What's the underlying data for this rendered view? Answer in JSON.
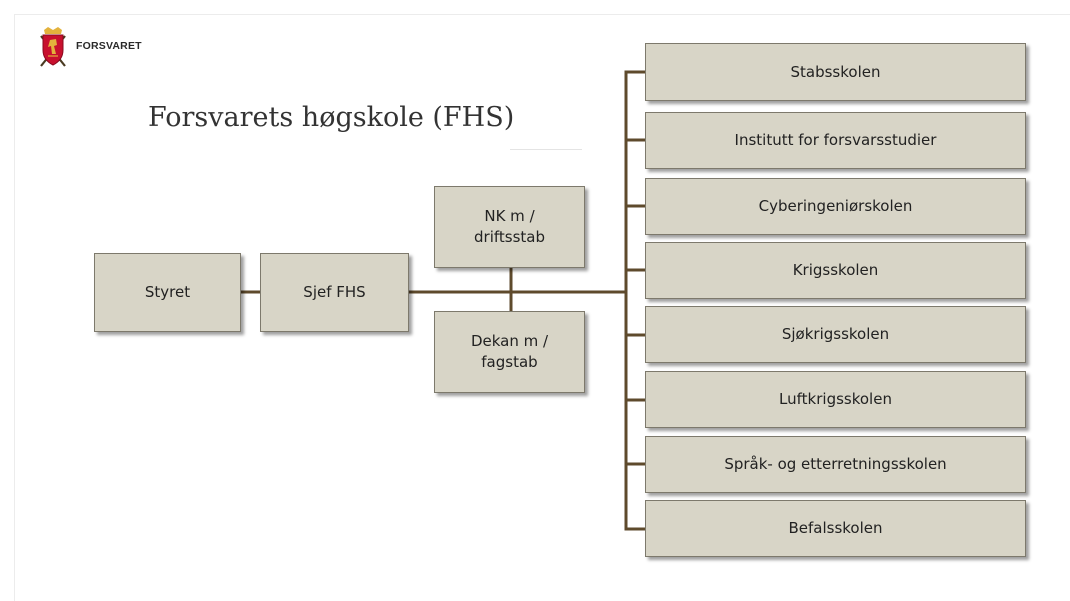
{
  "logo": {
    "text": "FORSVARET",
    "icon": "norwegian-armed-forces-emblem-icon"
  },
  "title": "Forsvarets høgskole (FHS)",
  "colors": {
    "box_fill": "#d8d5c7",
    "box_border": "#7d796c",
    "connector": "#5e4a2c",
    "logo_red": "#c8102e",
    "logo_gold": "#e3b23c"
  },
  "org_chart": {
    "board": "Styret",
    "head": "Sjef FHS",
    "upper_staff": "NK m /\ndriftsstab",
    "lower_staff": "Dekan m /\nfagstab",
    "schools": [
      "Stabsskolen",
      "Institutt for forsvarsstudier",
      "Cyberingeniørskolen",
      "Krigsskolen",
      "Sjøkrigsskolen",
      "Luftkrigsskolen",
      "Språk- og etterretningsskolen",
      "Befalsskolen"
    ]
  }
}
